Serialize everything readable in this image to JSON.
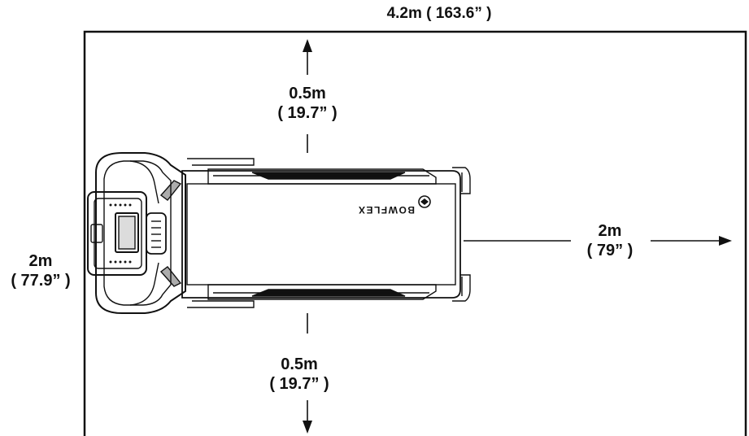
{
  "diagram": {
    "brand_text": "BOWFLEX",
    "total_length": "4.2m ( 163.6” )",
    "total_width": {
      "metric": "2m",
      "imperial": "( 77.9” )"
    },
    "side_clearance_top": {
      "metric": "0.5m",
      "imperial": "( 19.7” )"
    },
    "side_clearance_bottom": {
      "metric": "0.5m",
      "imperial": "( 19.7” )"
    },
    "rear_clearance": {
      "metric": "2m",
      "imperial": "( 79” )"
    },
    "colors": {
      "line": "#111111",
      "background": "#ffffff"
    }
  }
}
